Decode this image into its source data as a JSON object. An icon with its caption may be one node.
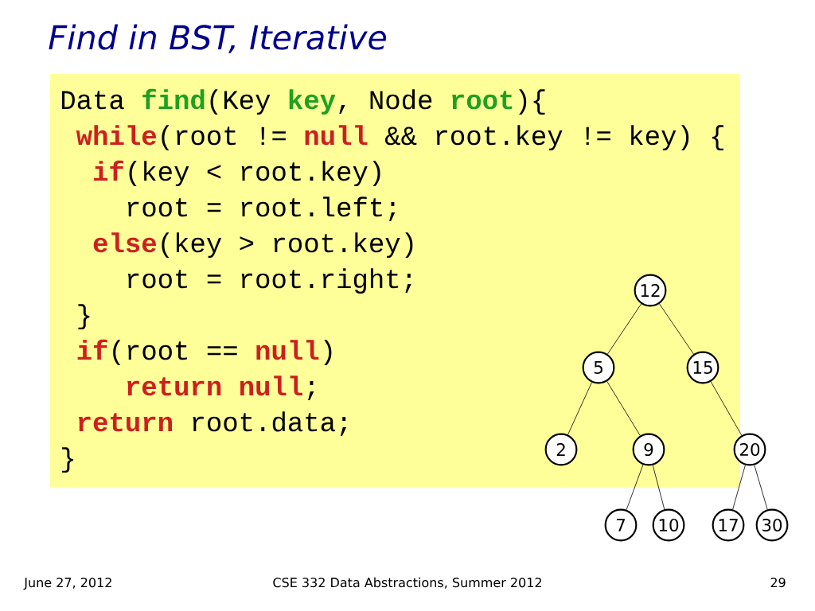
{
  "diagram": {
    "title": "Find in BST, Iterative",
    "nodes": [
      {
        "text": [
          "12"
        ]
      },
      {
        "text": [
          "5"
        ]
      },
      {
        "text": [
          "15"
        ]
      },
      {
        "text": [
          "2"
        ]
      },
      {
        "text": [
          "9"
        ]
      },
      {
        "text": [
          "20"
        ]
      },
      {
        "text": [
          "7"
        ]
      },
      {
        "text": [
          "10"
        ]
      },
      {
        "text": [
          "17"
        ]
      },
      {
        "text": [
          "30"
        ]
      }
    ],
    "edges": [
      {
        "from": 0,
        "to": 1,
        "arrow": "none"
      },
      {
        "from": 0,
        "to": 2,
        "arrow": "none"
      },
      {
        "from": 1,
        "to": 3,
        "arrow": "none"
      },
      {
        "from": 1,
        "to": 4,
        "arrow": "none"
      },
      {
        "from": 2,
        "to": 5,
        "arrow": "none"
      },
      {
        "from": 4,
        "to": 6,
        "arrow": "none"
      },
      {
        "from": 4,
        "to": 7,
        "arrow": "none"
      },
      {
        "from": 5,
        "to": 8,
        "arrow": "none"
      },
      {
        "from": 5,
        "to": 9,
        "arrow": "none"
      }
    ],
    "labels": [
      "Data",
      "find",
      "(Key",
      "key",
      ", Node",
      "root",
      "){",
      "while",
      "(root !=",
      "null",
      "&& root.key != key) {",
      "if",
      "(key < root.key)",
      "root = root.left;",
      "else",
      "(key > root.key)",
      "root = root.right;",
      "}",
      "if",
      "(root ==",
      "null",
      ")",
      "return",
      "null",
      ";",
      "return",
      "root.data;",
      "}",
      "June 27, 2012",
      "CSE 332 Data Abstractions, Summer 2012",
      "29"
    ]
  }
}
